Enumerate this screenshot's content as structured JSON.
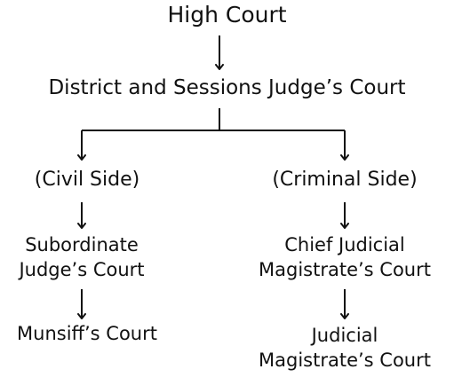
{
  "diagram": {
    "top": "High Court",
    "second": "District and Sessions Judge’s Court",
    "civil": "(Civil Side)",
    "criminal": "(Criminal Side)",
    "civil_court_line1": "Subordinate",
    "civil_court_line2": "Judge’s Court",
    "criminal_court_line1": "Chief Judicial",
    "criminal_court_line2": "Magistrate’s Court",
    "civil_lower": "Munsiff’s Court",
    "criminal_lower_line1": "Judicial",
    "criminal_lower_line2": "Magistrate’s Court"
  },
  "colors": {
    "line": "#111111",
    "text": "#111111",
    "background": "#ffffff"
  }
}
